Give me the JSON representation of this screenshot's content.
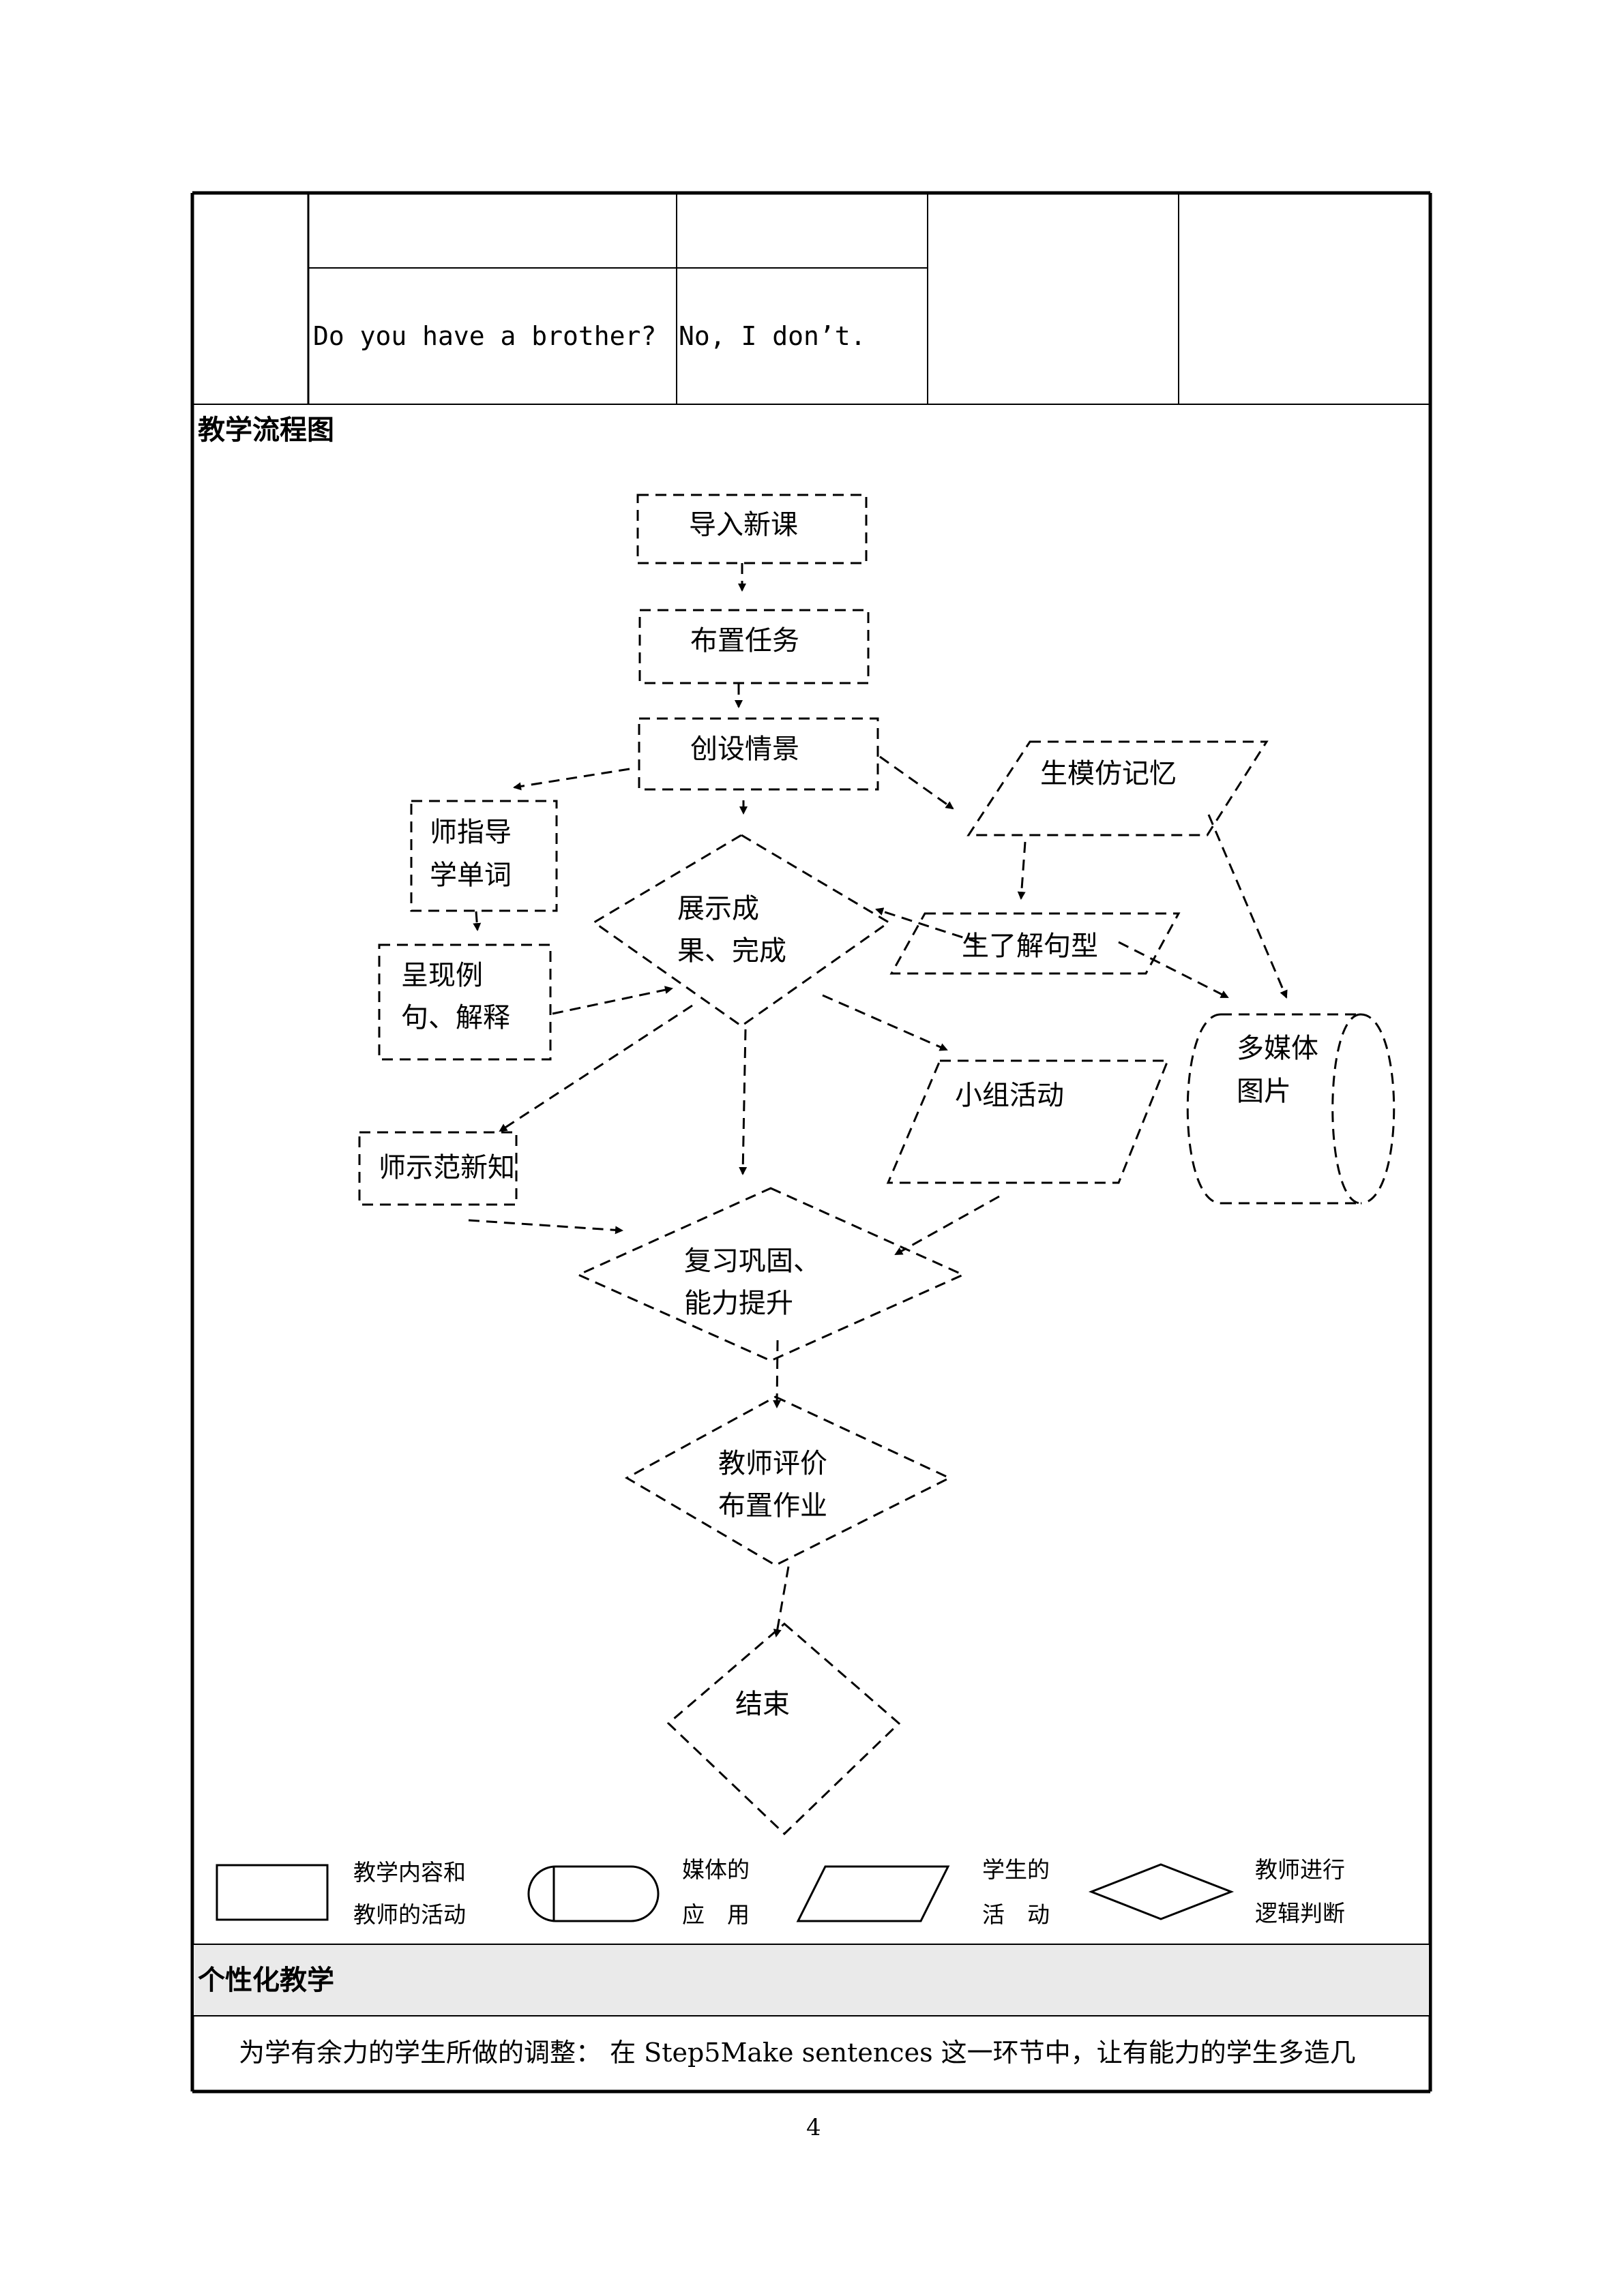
{
  "table": {
    "row_q": "Do you have a brother?",
    "row_a": "No, I don’t."
  },
  "flowchart_section": {
    "heading": "教学流程图",
    "nodes": {
      "n1": "导入新课",
      "n2": "布置任务",
      "n3": "创设情景",
      "n4_l1": "师指导",
      "n4_l2": "学单词",
      "n5_l1": "呈现例",
      "n5_l2": "句、解释",
      "n6_l1": "展示成",
      "n6_l2": "果、完成",
      "n7": "生模仿记忆",
      "n8": "生了解句型",
      "n9": "师示范新知",
      "n10": "小组活动",
      "n11_l1": "多媒体",
      "n11_l2": "图片",
      "n12_l1": "复习巩固、",
      "n12_l2": "能力提升",
      "n13_l1": "教师评价",
      "n13_l2": "布置作业",
      "n14": "结束"
    },
    "legend": {
      "rect_l1": "教学内容和",
      "rect_l2": "教师的活动",
      "media_l1": "媒体的",
      "media_l2": "应　用",
      "para_l1": "学生的",
      "para_l2": "活　动",
      "diamond_l1": "教师进行",
      "diamond_l2": "逻辑判断"
    }
  },
  "personal_section": {
    "heading": "个性化教学",
    "body": "为学有余力的学生所做的调整： 在 Step5Make  sentences 这一环节中，让有能力的学生多造几"
  },
  "footer": {
    "page_number": "4"
  }
}
